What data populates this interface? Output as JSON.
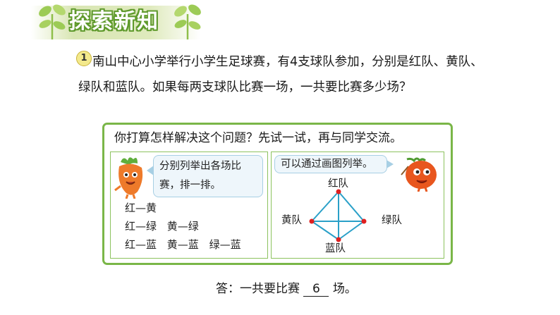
{
  "header": {
    "title": "探索新知",
    "icon": "sprout-leaf-icon",
    "bar_color": "#dfeabd",
    "title_outline_color": "#5f9a2c"
  },
  "problem": {
    "number": "1",
    "line1": "南山中心小学举行小学生足球赛，有4支球队参加，分别是红队、黄队、",
    "line2": "绿队和蓝队。如果每两支球队比赛一场，一共要比赛多少场？"
  },
  "prompt": {
    "text": "你打算怎样解决这个问题？先试一试，再与同学交流。",
    "border_color": "#7ab648"
  },
  "left_panel": {
    "character": "carrot-character-icon",
    "bubble_line1": "分别列举出各场比",
    "bubble_line2": "赛，排一排。",
    "rows": [
      [
        "红—黄"
      ],
      [
        "红—绿",
        "黄—绿"
      ],
      [
        "红—蓝",
        "黄—蓝",
        "绿—蓝"
      ]
    ]
  },
  "right_panel": {
    "character": "tomato-character-icon",
    "bubble": "可以通过画图列举。",
    "nodes": {
      "top": "红队",
      "left": "黄队",
      "right": "绿队",
      "bottom": "蓝队"
    },
    "node_color": "#e02020",
    "edge_color": "#2aa0c8"
  },
  "answer": {
    "prefix": "答：一共要比赛",
    "value": "6",
    "suffix": "场。"
  }
}
